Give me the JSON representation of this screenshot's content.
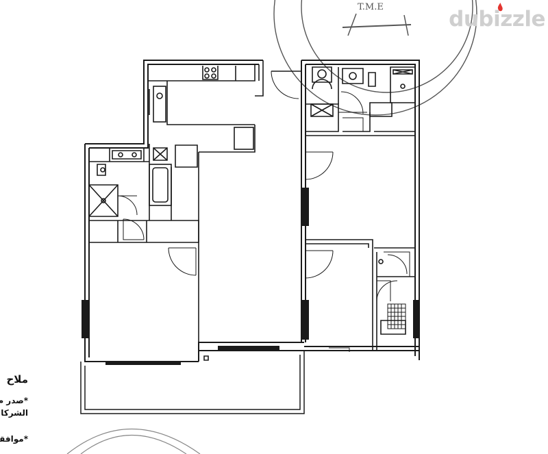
{
  "watermark": {
    "text": "dubizzle",
    "brand_color": "#c9c9c9",
    "flame_color": "#e3342f"
  },
  "stamp_top": {
    "text": "T.M.E"
  },
  "notes": {
    "title": "ملاح",
    "line1": "*صدر م",
    "line2": "الشركا",
    "line3": "*موافقا"
  },
  "colors": {
    "line": "#1a1a1a",
    "wall_fill": "#1a1a1a",
    "stamp": "#666666"
  }
}
